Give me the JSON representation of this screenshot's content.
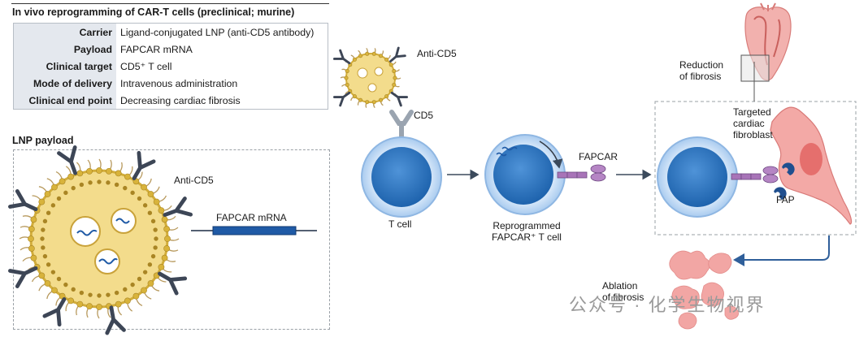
{
  "section_title": "In vivo reprogramming of CAR-T cells (preclinical; murine)",
  "info_table": [
    {
      "key": "Carrier",
      "value": "Ligand-conjugated LNP (anti-CD5 antibody)"
    },
    {
      "key": "Payload",
      "value": "FAPCAR mRNA"
    },
    {
      "key": "Clinical target",
      "value": "CD5⁺ T cell"
    },
    {
      "key": "Mode of delivery",
      "value": "Intravenous administration"
    },
    {
      "key": "Clinical end point",
      "value": "Decreasing cardiac fibrosis"
    }
  ],
  "lnp_payload": {
    "title": "LNP payload",
    "antibody_label": "Anti-CD5",
    "mrna_label": "FAPCAR mRNA"
  },
  "diagram": {
    "anti_cd5_label": "Anti-CD5",
    "cd5_label": "CD5",
    "t_cell_label": "T cell",
    "reprogrammed_label_line1": "Reprogrammed",
    "reprogrammed_label_line2": "FAPCAR⁺ T cell",
    "fapcar_label": "FAPCAR",
    "reduction_line1": "Reduction",
    "reduction_line2": "of fibrosis",
    "fibroblast_line1": "Targeted",
    "fibroblast_line2": "cardiac",
    "fibroblast_line3": "fibroblast",
    "fap_label": "FAP",
    "ablation_line1": "Ablation",
    "ablation_line2": "of fibrosis"
  },
  "watermark": "公众号 · 化学生物视界",
  "colors": {
    "lnp_fill": "#f3dc8c",
    "lnp_head": "#d8b33b",
    "cell_outer": "#cfe4f7",
    "cell_nucleus": "#2f78c4",
    "antibody": "#3d4656",
    "car": "#a874b8",
    "fibroblast": "#f2a6a4",
    "fap": "#1f4f8f",
    "mrna": "#1f5aa6"
  }
}
